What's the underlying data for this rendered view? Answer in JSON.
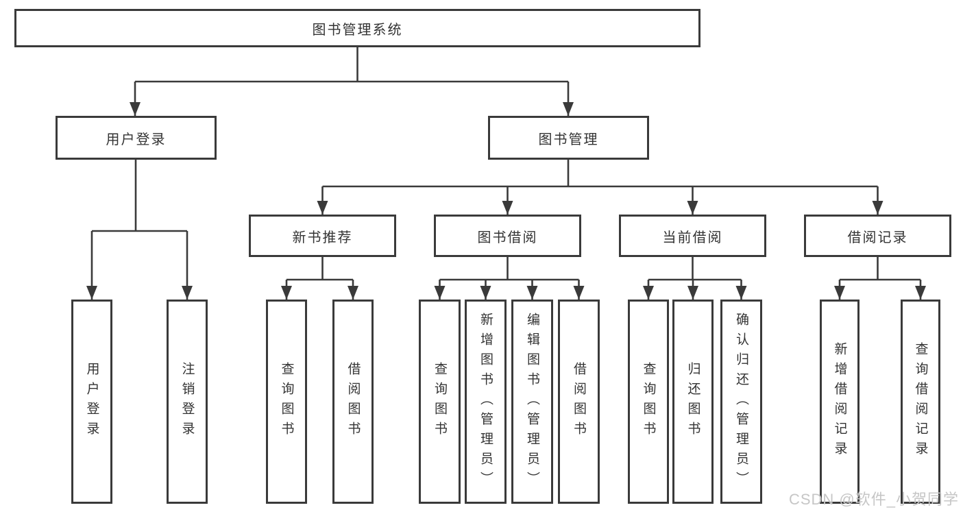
{
  "colors": {
    "line": "#3a3a3a",
    "text": "#333333",
    "box_bg": "#ffffff",
    "watermark": "#c6c6c6"
  },
  "tree": {
    "root": {
      "label": "图书管理系统"
    },
    "branches": [
      {
        "label": "用户登录",
        "children": [
          {
            "label": "用户登录"
          },
          {
            "label": "注销登录"
          }
        ]
      },
      {
        "label": "图书管理",
        "children": [
          {
            "label": "新书推荐",
            "children": [
              {
                "label": "查询图书"
              },
              {
                "label": "借阅图书"
              }
            ]
          },
          {
            "label": "图书借阅",
            "children": [
              {
                "label": "查询图书"
              },
              {
                "label": "新增图书（管理员）"
              },
              {
                "label": "编辑图书（管理员）"
              },
              {
                "label": "借阅图书"
              }
            ]
          },
          {
            "label": "当前借阅",
            "children": [
              {
                "label": "查询图书"
              },
              {
                "label": "归还图书"
              },
              {
                "label": "确认归还（管理员）"
              }
            ]
          },
          {
            "label": "借阅记录",
            "children": [
              {
                "label": "新增借阅记录"
              },
              {
                "label": "查询借阅记录"
              }
            ]
          }
        ]
      }
    ]
  },
  "watermark": {
    "text": "CSDN @软件_小贺同学"
  }
}
